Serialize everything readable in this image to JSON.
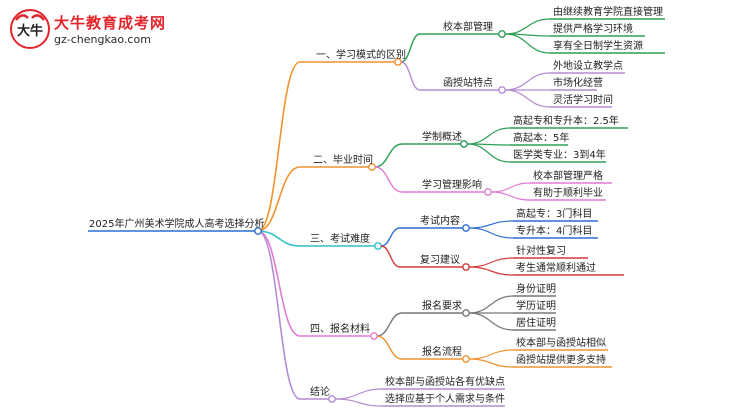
{
  "logo": {
    "title": "大牛教育成考网",
    "url": "gz-chengkao.com",
    "mark_text": "大牛"
  },
  "diagram": {
    "root": "2025年广州美术学院成人高考选择分析",
    "branches": [
      {
        "label": "一、学习模式的区别",
        "color": "#f0922e",
        "children": [
          {
            "label": "校本部管理",
            "color": "#2e9e55",
            "leaves": [
              "由继续教育学院直接管理",
              "提供严格学习环境",
              "享有全日制学生资源"
            ]
          },
          {
            "label": "函授站特点",
            "color": "#b48cd2",
            "leaves": [
              "外地设立教学点",
              "市场化经营",
              "灵活学习时间"
            ]
          }
        ]
      },
      {
        "label": "二、毕业时间",
        "color": "#f0922e",
        "children": [
          {
            "label": "学制概述",
            "color": "#2e9e55",
            "leaves": [
              "高起专和专升本：2.5年",
              "高起本：5年",
              "医学类专业：3到4年"
            ]
          },
          {
            "label": "学习管理影响",
            "color": "#e07ad4",
            "leaves": [
              "校本部管理严格",
              "有助于顺利毕业"
            ]
          }
        ]
      },
      {
        "label": "三、考试难度",
        "color": "#2fc0c8",
        "children": [
          {
            "label": "考试内容",
            "color": "#2f6fd0",
            "leaves": [
              "高起专：3门科目",
              "专升本：4门科目"
            ]
          },
          {
            "label": "复习建议",
            "color": "#d23a3a",
            "leaves": [
              "针对性复习",
              "考生通常顺利通过"
            ]
          }
        ]
      },
      {
        "label": "四、报名材料",
        "color": "#e07ad4",
        "children": [
          {
            "label": "报名要求",
            "color": "#777777",
            "leaves": [
              "身份证明",
              "学历证明",
              "居住证明"
            ]
          },
          {
            "label": "报名流程",
            "color": "#f0922e",
            "leaves": [
              "校本部与函授站相似",
              "函授站提供更多支持"
            ]
          }
        ]
      },
      {
        "label": "结论",
        "color": "#b48cd2",
        "children": [],
        "leaves": [
          "校本部与函授站各有优缺点",
          "选择应基于个人需求与条件"
        ]
      }
    ]
  }
}
